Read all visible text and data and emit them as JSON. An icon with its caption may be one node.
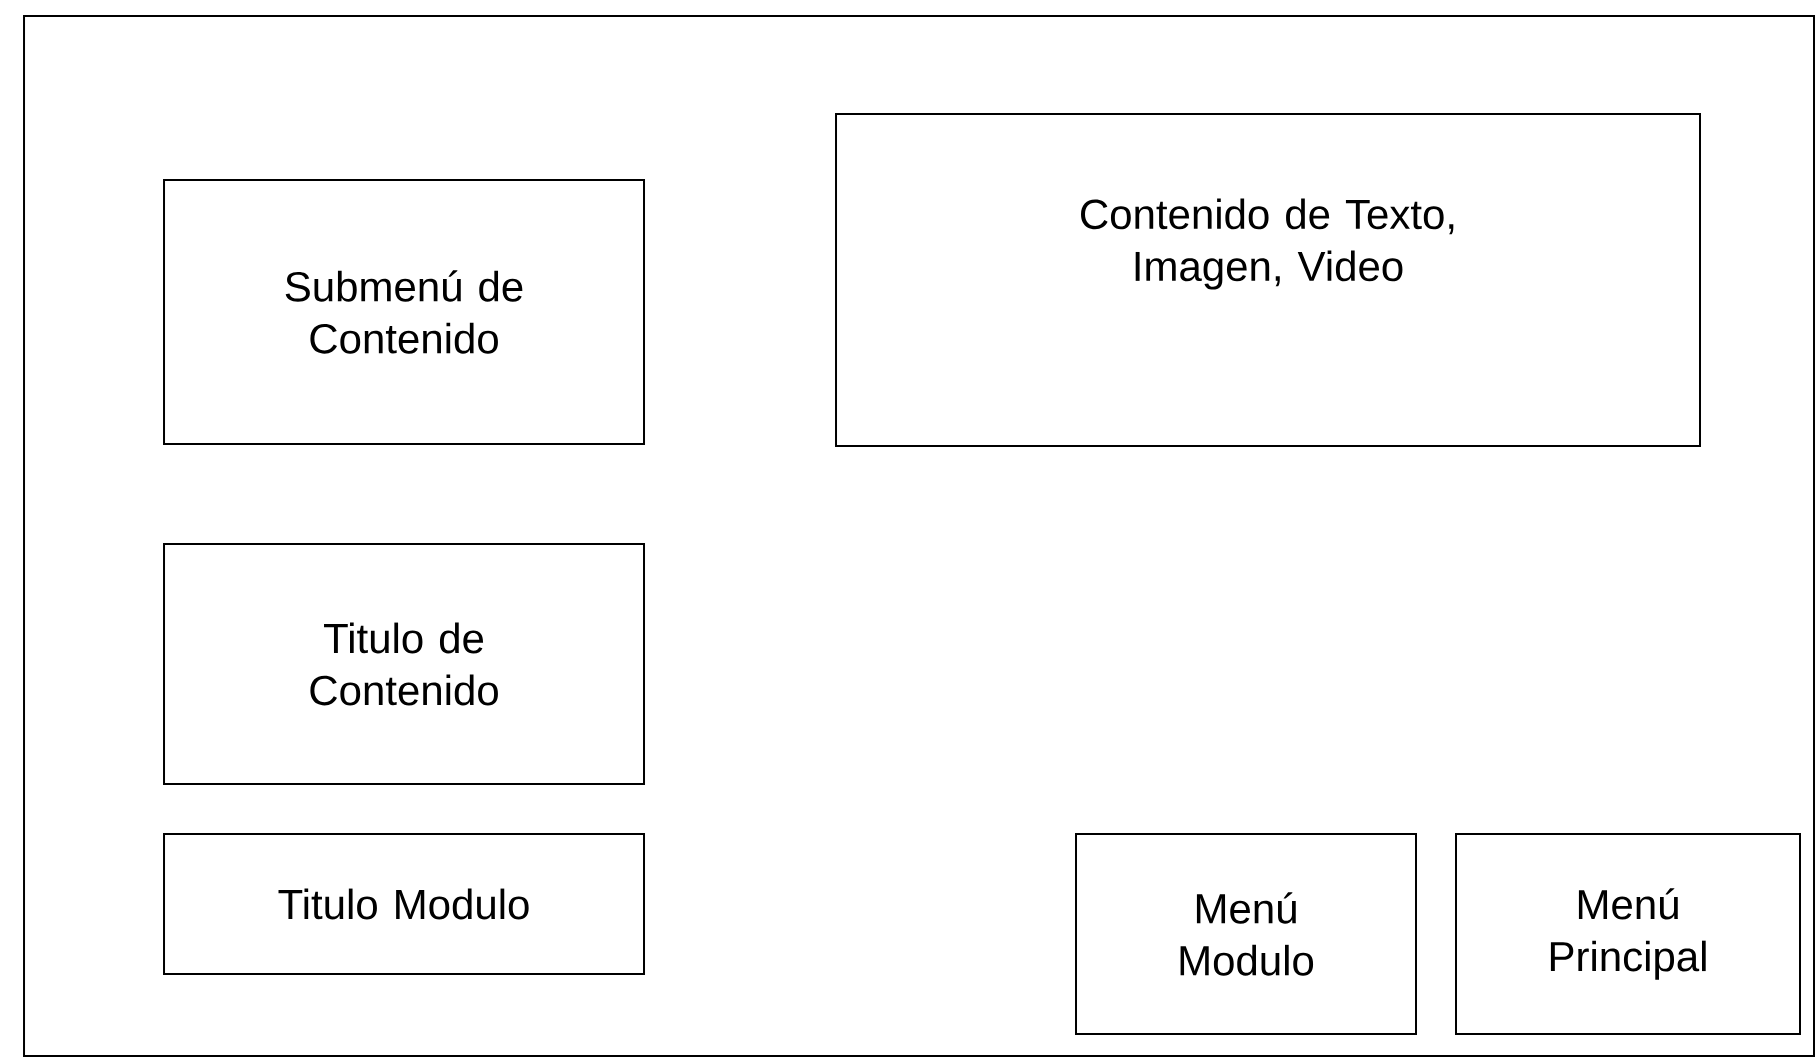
{
  "diagram": {
    "nodes": [
      {
        "text": [],
        "shape": "box"
      },
      {
        "text": [
          "Submenú de Contenido"
        ],
        "in": 0
      },
      {
        "text": [
          "Contenido de Texto, Imagen, Video"
        ],
        "in": 0
      },
      {
        "text": [
          "Titulo de Contenido"
        ],
        "in": 0
      },
      {
        "text": [
          "Titulo Modulo"
        ],
        "in": 0
      },
      {
        "text": [
          "Menú Modulo"
        ],
        "in": 0
      },
      {
        "text": [
          "Menú Principal"
        ],
        "in": 0
      }
    ]
  }
}
